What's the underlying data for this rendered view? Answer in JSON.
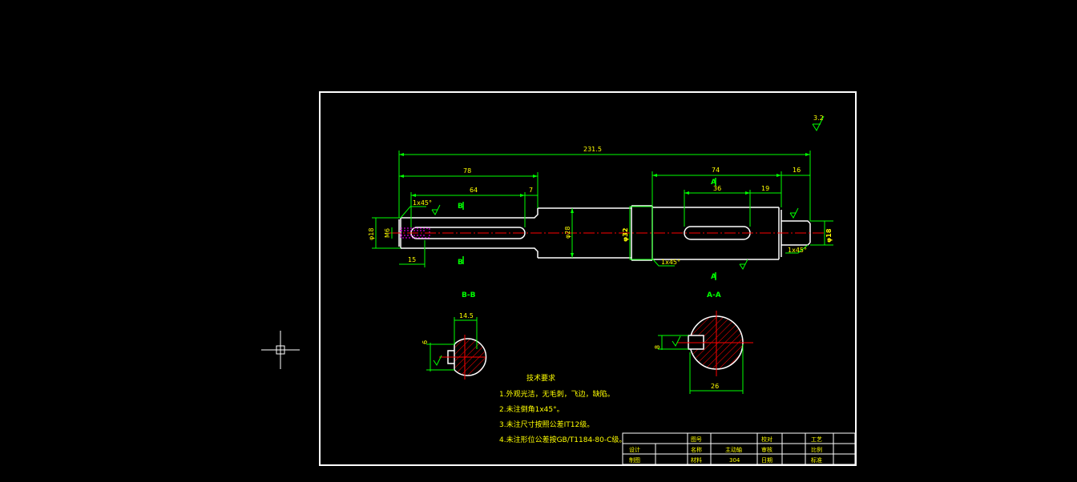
{
  "colors": {
    "background": "#000000",
    "frame": "#ffffff",
    "outline": "#ffffff",
    "dimension": "#00ff00",
    "dimension_text": "#ffff00",
    "centerline": "#ff0000",
    "hidden": "#ff00ff",
    "hatch": "#ff0000",
    "title_block": "#00ffff"
  },
  "dimensions": {
    "overall_length": "231.5",
    "left_segment": "78",
    "left_key_length": "64",
    "left_offset": "7",
    "left_keyway_start": "15",
    "left_diameter": "φ18",
    "left_m": "M6",
    "left_chamfer": "1x45°",
    "middle_diameter": "φ28",
    "collar_diameter": "φ32",
    "collar_chamfer": "1x45°",
    "right_segment": "74",
    "right_end": "16",
    "right_key_length": "36",
    "right_key_offset": "19",
    "right_diameter": "φ18",
    "right_chamfer": "1x45°",
    "roughness_top": "3.2",
    "section_b_width": "14.5",
    "section_b_depth": "6",
    "section_a_height": "8",
    "section_a_width": "26"
  },
  "section_labels": {
    "b_top": "B",
    "b_bottom": "B",
    "a_top": "A",
    "a_bottom": "A",
    "view_b": "B-B",
    "view_a": "A-A"
  },
  "requirements": {
    "title": "技术要求",
    "items": [
      "1.外观光洁，无毛刺，飞边，缺陷。",
      "2.未注倒角1x45°。",
      "3.未注尺寸按照公差IT12级。",
      "4.未注形位公差按GB/T1184-80-C级。"
    ]
  },
  "title_block": {
    "drawing_no_label": "图号",
    "process_label": "工艺",
    "design_label": "设计",
    "name_label": "名称",
    "name_value": "主动轴",
    "review_label": "审核",
    "scale_label": "比例",
    "drafter_label": "制图",
    "material_label": "材料",
    "material_value": "304",
    "date_label": "日期",
    "standard_label": "标准",
    "check_label": "校对"
  }
}
